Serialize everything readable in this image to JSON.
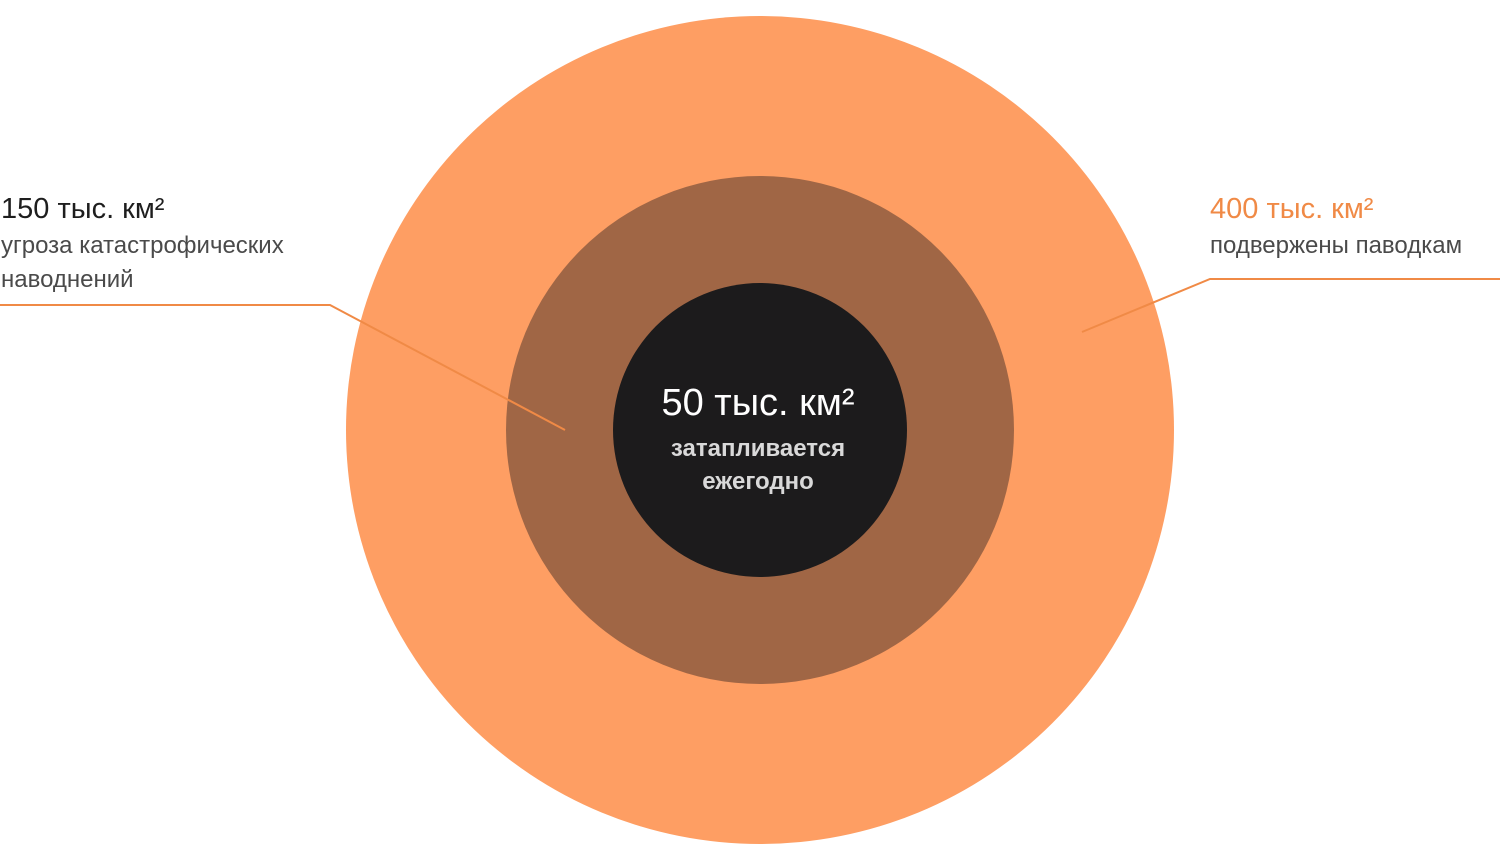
{
  "colors": {
    "outer_ring": "#fe9e63",
    "middle_ring": "#a06645",
    "inner_circle": "#1c1b1c",
    "accent": "#f08a46",
    "leader_line": "#f08a46"
  },
  "outer": {
    "value": "400 тыс. км²",
    "description": "подвержены паводкам"
  },
  "middle": {
    "value": "150 тыс. км²",
    "description_line1": "угроза катастрофических",
    "description_line2": "наводнений"
  },
  "inner": {
    "value": "50 тыс. км²",
    "description": "затапливается ежегодно"
  }
}
